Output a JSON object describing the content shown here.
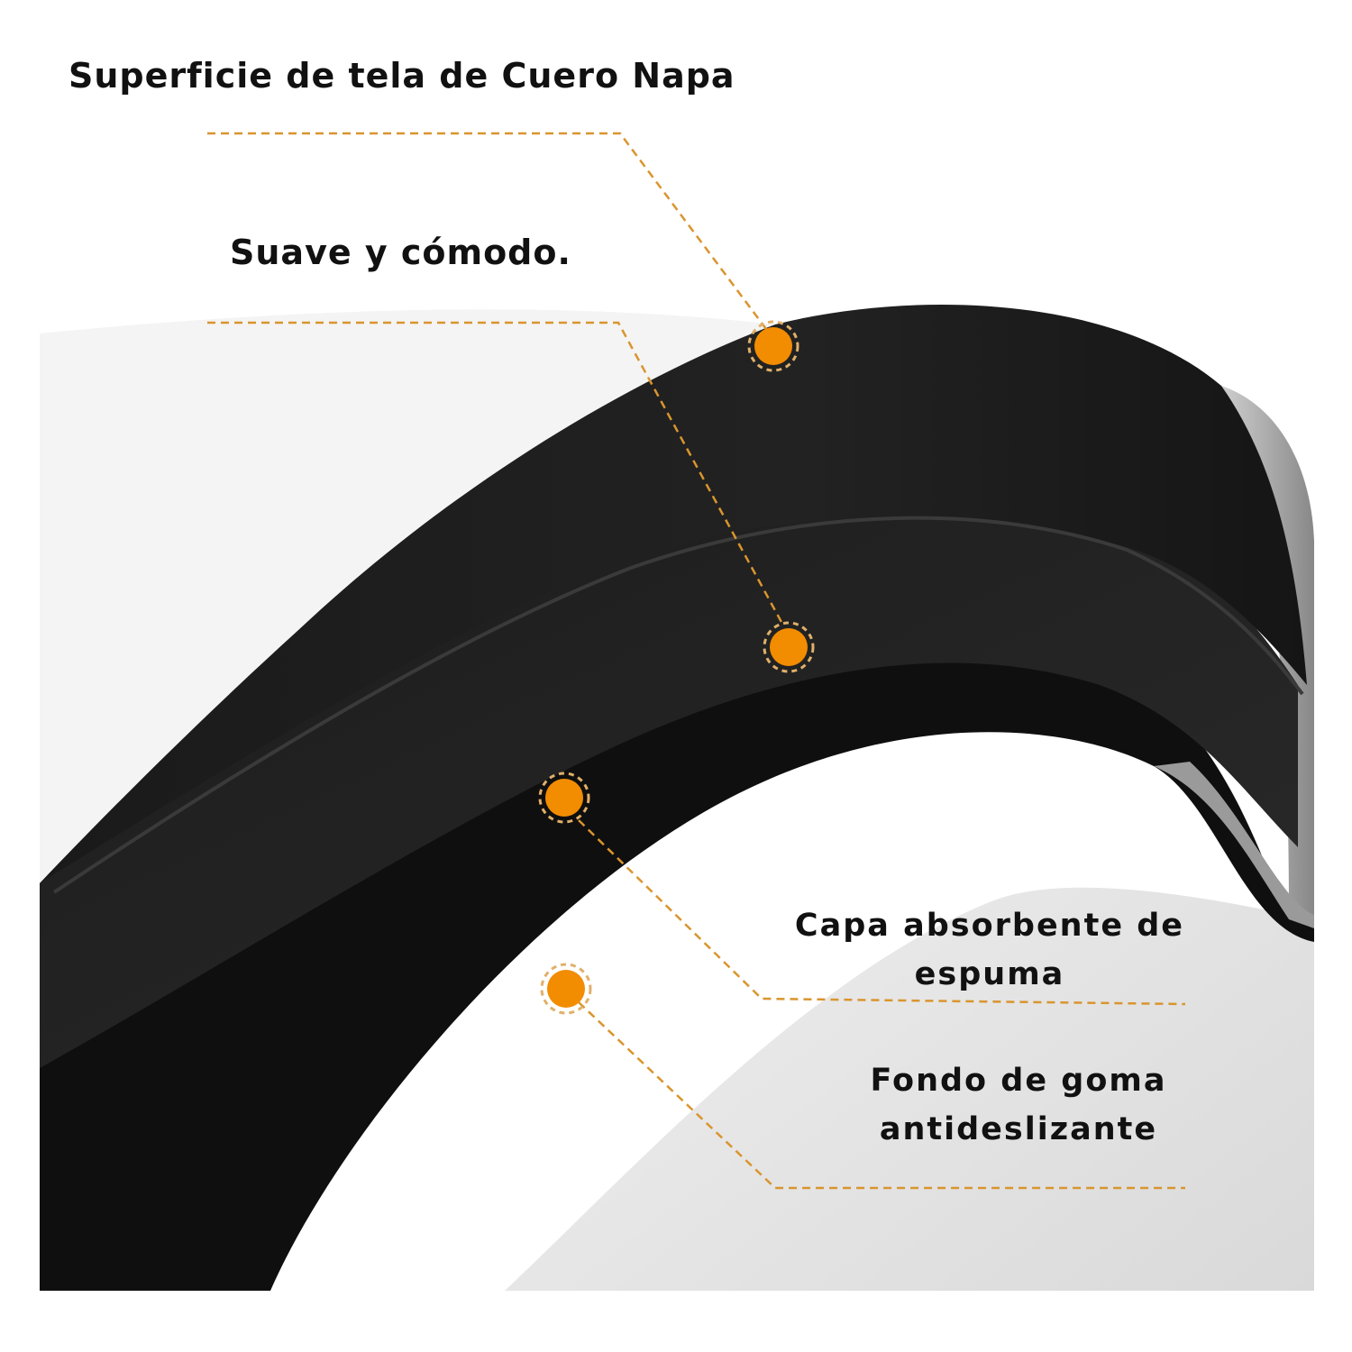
{
  "labels": {
    "surface": "Superficie de tela de Cuero Napa",
    "soft": "Suave y cómodo.",
    "foam": "Capa absorbente de espuma",
    "rubber": "Fondo de goma antideslizante"
  },
  "colors": {
    "accent": "#f28c00",
    "leader_line": "#d9952e",
    "layer_black": "#141414",
    "layer_dark": "#232323",
    "panel_light": "#efefef"
  }
}
